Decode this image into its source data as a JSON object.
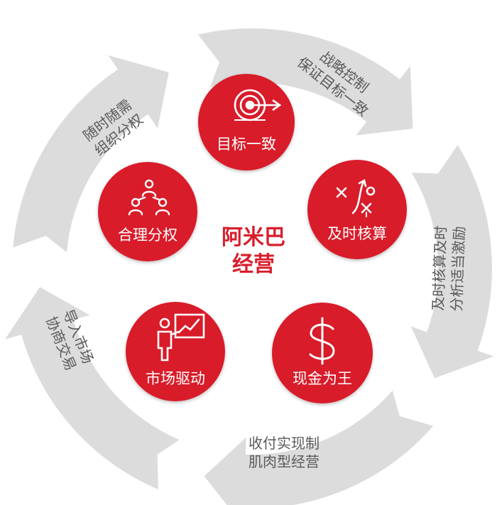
{
  "center": {
    "line1": "阿米巴",
    "line2": "经营"
  },
  "circles": [
    {
      "label": "目标一致",
      "icon": "target-icon"
    },
    {
      "label": "及时核算",
      "icon": "strategy-play-icon"
    },
    {
      "label": "现金为王",
      "icon": "dollar-icon"
    },
    {
      "label": "市场驱动",
      "icon": "presenter-chart-icon"
    },
    {
      "label": "合理分权",
      "icon": "org-hierarchy-icon"
    }
  ],
  "arrows": [
    {
      "line1": "战略控制",
      "line2": "保证目标一致"
    },
    {
      "line1": "及时核算及时",
      "line2": "分析适当激励"
    },
    {
      "line1": "收付实现制",
      "line2": "肌肉型经营"
    },
    {
      "line1": "导入市场",
      "line2": "协商交易"
    },
    {
      "line1": "随时随需",
      "line2": "组织分权"
    }
  ],
  "colors": {
    "accent": "#d81e2c",
    "arrow": "#dcdcdc",
    "arrow_text": "#5a5a5a"
  }
}
